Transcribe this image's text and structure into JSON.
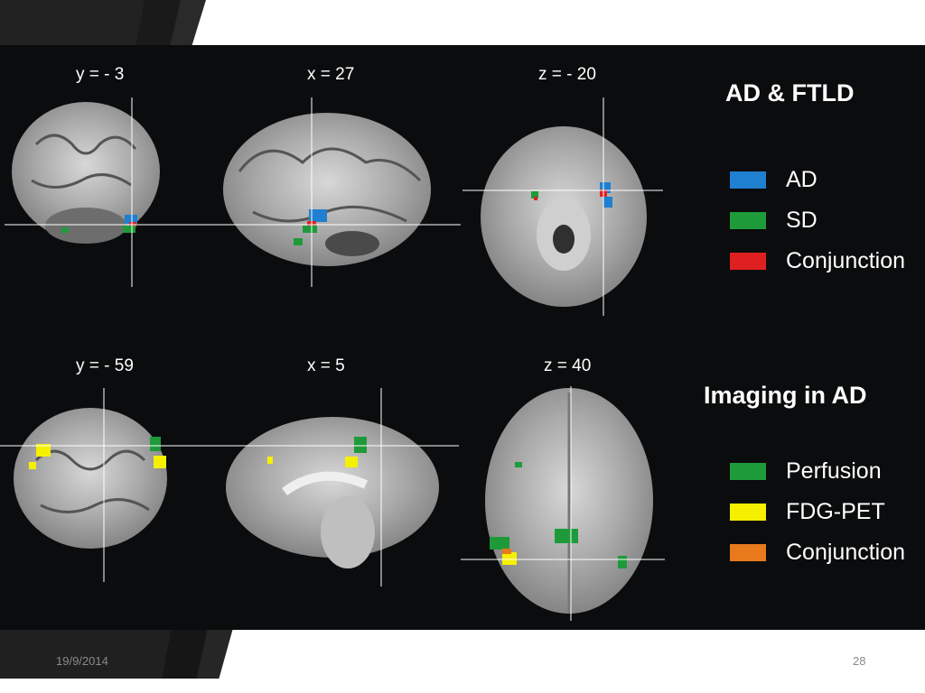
{
  "slide": {
    "date": "19/9/2014",
    "page_number": "28"
  },
  "slices": {
    "top_coronal": "y = - 3",
    "top_sagittal": "x = 27",
    "top_axial": "z = - 20",
    "bottom_coronal": "y = - 59",
    "bottom_sagittal": "x = 5",
    "bottom_axial": "z = 40"
  },
  "legend_top": {
    "title": "AD & FTLD",
    "items": [
      {
        "label": "AD",
        "color": "#1f7fd0"
      },
      {
        "label": "SD",
        "color": "#1e9a3a"
      },
      {
        "label": "Conjunction",
        "color": "#e02020"
      }
    ]
  },
  "legend_bottom": {
    "title": "Imaging in AD",
    "items": [
      {
        "label": "Perfusion",
        "color": "#1e9a3a"
      },
      {
        "label": "FDG-PET",
        "color": "#f5f000"
      },
      {
        "label": "Conjunction",
        "color": "#e87a1c"
      }
    ]
  }
}
